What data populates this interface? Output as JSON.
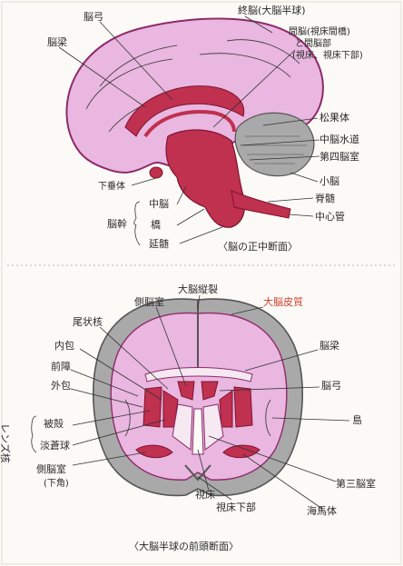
{
  "colors": {
    "paper": "#fbfaf6",
    "cortex": "#e9b7e0",
    "cortex_outline": "#8e2a6a",
    "white_matter": "#f6e9f2",
    "deep_red": "#c0304f",
    "gray_matter": "#a9a9a9",
    "label_red": "#d2402e"
  },
  "top_diagram": {
    "caption": "〈脳の正中断面〉",
    "labels": {
      "corpus_callosum": "脳梁",
      "fornix": "脳弓",
      "cerebrum": "終脳(大脳半球)",
      "interthalamic": "間脳(視床間橋)",
      "interthalamic_line2": "と間脳部",
      "interthalamic_line3": "(視床、視床下部)",
      "pineal": "松果体",
      "midbrain_aqueduct": "中脳水道",
      "fourth_ventricle": "第四脳室",
      "cerebellum": "小脳",
      "medulla_right": "脊髄",
      "central_canal": "中心管",
      "pituitary": "下垂体",
      "brainstem": "脳幹",
      "midbrain": "中脳",
      "pons": "橋",
      "medulla": "延髄"
    }
  },
  "bottom_diagram": {
    "caption": "〈大脳半球の前頭断面〉",
    "labels": {
      "longitudinal_fissure": "大脳縦裂",
      "cerebral_cortex": "大脳皮質",
      "lateral_ventricle": "側脳室",
      "caudate": "尾状核",
      "internal_capsule": "内包",
      "claustrum": "前障",
      "external_capsule": "外包",
      "corpus_callosum": "脳梁",
      "fornix": "脳弓",
      "insula": "島",
      "lentiform_group": "レンズ核",
      "putamen": "被殻",
      "globus_pallidus": "淡蒼球",
      "third_ventricle": "第三脳室",
      "inferior_horn": "側脳室",
      "inferior_horn_sub": "(下角)",
      "hypothalamus": "視床",
      "optic_chiasm": "視床下部",
      "hippocampus": "海馬体"
    }
  }
}
